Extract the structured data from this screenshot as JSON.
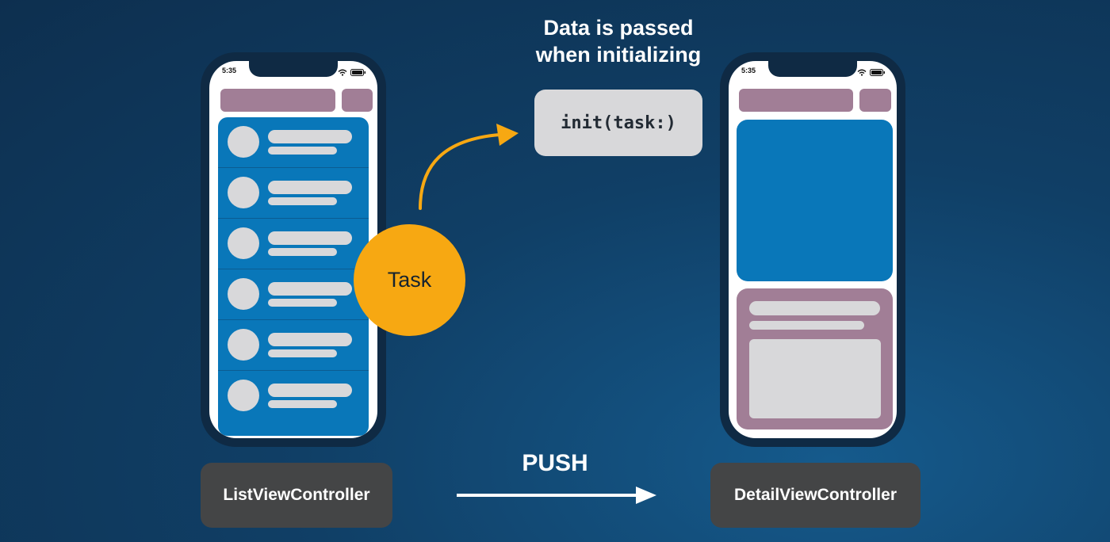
{
  "heading": [
    "Data is passed",
    "when initializing"
  ],
  "init_code": "init(task:)",
  "task_label": "Task",
  "push_label": "PUSH",
  "left_phone": {
    "time": "5:35",
    "controller": "ListViewController",
    "row_count": 6
  },
  "right_phone": {
    "time": "5:35",
    "controller": "DetailViewController"
  },
  "colors": {
    "accent_orange": "#f7a812",
    "list_blue": "#0977b9",
    "nav_mauve": "#a17e96",
    "placeholder_gray": "#d8d8da",
    "controller_box": "#444546"
  },
  "icons": [
    "wifi-icon",
    "battery-icon",
    "curved-arrow-icon",
    "push-arrow-icon"
  ]
}
